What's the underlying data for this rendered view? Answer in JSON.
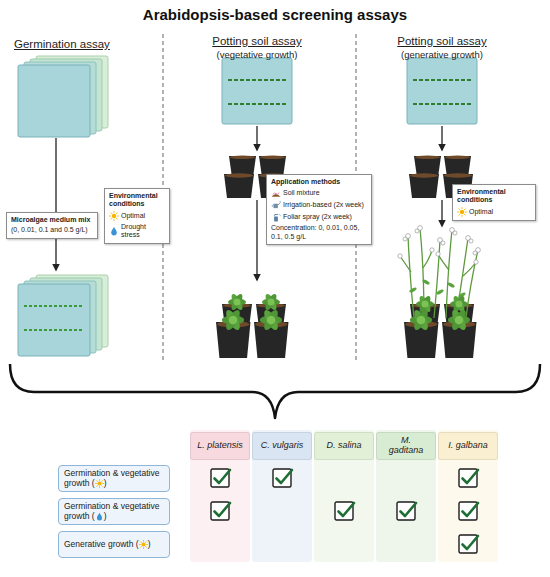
{
  "diagram": {
    "title": "Arabidopsis-based screening assays",
    "nodes": [
      {
        "text": [
          "Microalgae medium mix",
          "(0, 0.01, 0.1 and 0.5 g/L)"
        ]
      },
      {
        "text": [
          "Environmental conditions",
          "Optimal",
          "Drought stress"
        ]
      },
      {
        "text": [
          "Application methods",
          "Soil mixture",
          "Irrigation-based (2x week)",
          "Foliar spray (2x week)",
          "Concentration: 0, 0.01, 0.05, 0.1, 0.5 g/L"
        ]
      },
      {
        "text": [
          "Environmental conditions",
          "Optimal"
        ]
      },
      {
        "text": [
          "L. platensis"
        ]
      },
      {
        "text": [
          "C. vulgaris"
        ]
      },
      {
        "text": [
          "D. salina"
        ]
      },
      {
        "text": [
          "M. gaditana"
        ]
      },
      {
        "text": [
          "I. galbana"
        ]
      },
      {
        "text": [
          "Germination & vegetative growth (",
          ")"
        ]
      },
      {
        "text": [
          "Germination & vegetative growth (",
          ")"
        ]
      },
      {
        "text": [
          "Generative growth (",
          ")"
        ]
      }
    ],
    "labels": [
      "Germination assay",
      "Potting soil assay",
      "(vegetative growth)",
      "Potting soil assay",
      "(generative growth)"
    ]
  }
}
